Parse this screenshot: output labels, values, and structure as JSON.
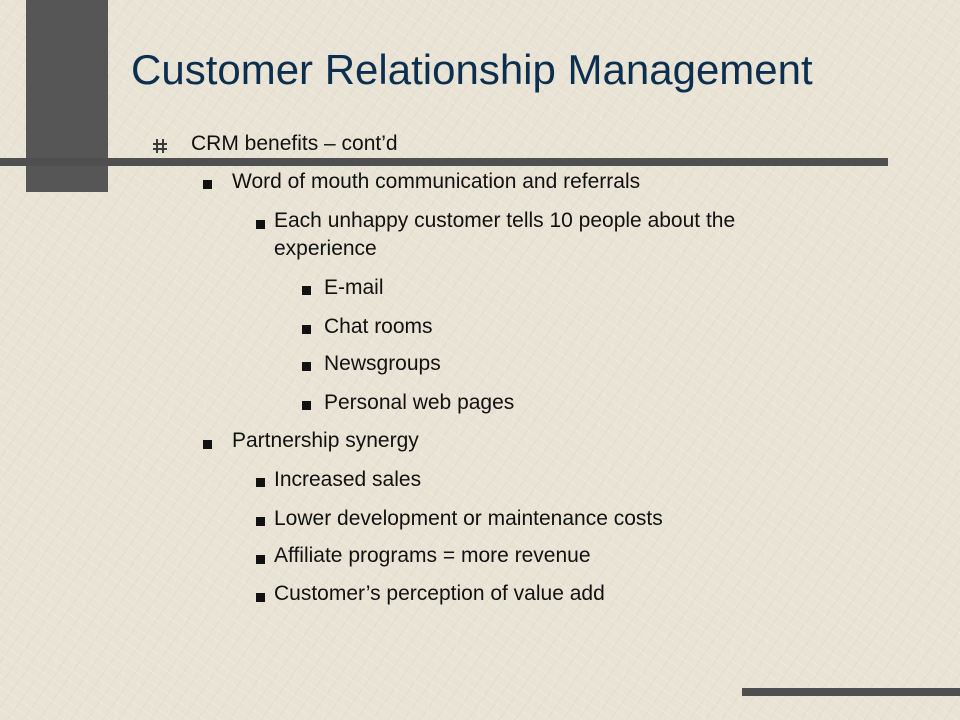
{
  "slide": {
    "title": "Customer Relationship Management",
    "items": [
      {
        "text": "CRM benefits – cont’d"
      },
      {
        "text": "Word of mouth communication and referrals"
      },
      {
        "text": "Each unhappy customer tells 10 people about the"
      },
      {
        "text": "experience"
      },
      {
        "text": "E-mail"
      },
      {
        "text": "Chat rooms"
      },
      {
        "text": "Newsgroups"
      },
      {
        "text": "Personal web pages"
      },
      {
        "text": "Partnership synergy"
      },
      {
        "text": "Increased sales"
      },
      {
        "text": "Lower development or maintenance costs"
      },
      {
        "text": "Affiliate programs = more revenue"
      },
      {
        "text": "Customer’s perception of value add"
      }
    ]
  },
  "colors": {
    "background": "#e8e3d4",
    "title": "#0c2f4f",
    "text": "#111111",
    "accent_bars": "#4f4f4f"
  },
  "icons": {
    "level1_bullet": "hash-bullet-icon",
    "sub_bullet": "square-bullet-icon"
  }
}
